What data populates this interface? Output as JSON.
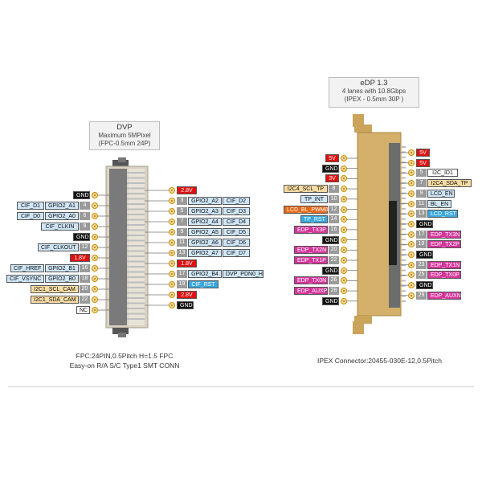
{
  "colors": {
    "power": "#e01010",
    "ground": "#111111",
    "cif": "#cfe6f7",
    "gpio": "#cfe6f7",
    "i2c": "#f8dca4",
    "edp": "#d6359a",
    "lcd_pwm": "#e86818",
    "lcd_blue": "#39a7df",
    "white": "#ffffff"
  },
  "dvp": {
    "header": {
      "title": "DVP",
      "line1": "Maximum 5MPixel",
      "line2": "(FPC-0.5mm 24P)"
    },
    "caption": {
      "line1": "FPC:24PIN,0.5Pitch H=1.5 FPC",
      "line2": "Easy-on R/A S/C Type1 SMT CONN"
    },
    "left": [
      {
        "pin": "",
        "labels": [
          {
            "text": "GND",
            "style": "ground"
          }
        ]
      },
      {
        "pin": "4",
        "labels": [
          {
            "text": "CIF_D1",
            "style": "cif"
          },
          {
            "text": "GPIO2_A1",
            "style": "gpio"
          }
        ]
      },
      {
        "pin": "6",
        "labels": [
          {
            "text": "CIF_D0",
            "style": "cif"
          },
          {
            "text": "GPIO2_A0",
            "style": "gpio"
          }
        ]
      },
      {
        "pin": "8",
        "labels": [
          {
            "text": "CIF_CLKIN",
            "style": "cif"
          }
        ]
      },
      {
        "pin": "",
        "labels": [
          {
            "text": "GND",
            "style": "ground"
          }
        ]
      },
      {
        "pin": "12",
        "labels": [
          {
            "text": "CIF_CLKOUT",
            "style": "cif"
          }
        ]
      },
      {
        "pin": "",
        "labels": [
          {
            "text": "1.8V",
            "style": "power"
          }
        ]
      },
      {
        "pin": "16",
        "labels": [
          {
            "text": "CIF_HREF",
            "style": "cif"
          },
          {
            "text": "GPIO2_B1",
            "style": "gpio"
          }
        ]
      },
      {
        "pin": "18",
        "labels": [
          {
            "text": "CIF_VSYNC",
            "style": "cif"
          },
          {
            "text": "GPIO2_B0",
            "style": "gpio"
          }
        ]
      },
      {
        "pin": "20",
        "labels": [
          {
            "text": "I2C1_SCL_CAM",
            "style": "i2c"
          }
        ]
      },
      {
        "pin": "22",
        "labels": [
          {
            "text": "I2C1_SDA_CAM",
            "style": "i2c"
          }
        ]
      },
      {
        "pin": "",
        "labels": [
          {
            "text": "NC",
            "style": "white"
          }
        ]
      }
    ],
    "right": [
      {
        "pin": "",
        "labels": [
          {
            "text": "2.8V",
            "style": "power"
          }
        ]
      },
      {
        "pin": "3",
        "labels": [
          {
            "text": "GPIO2_A2",
            "style": "gpio"
          },
          {
            "text": "CIF_D2",
            "style": "cif"
          }
        ]
      },
      {
        "pin": "5",
        "labels": [
          {
            "text": "GPIO2_A3",
            "style": "gpio"
          },
          {
            "text": "CIF_D3",
            "style": "cif"
          }
        ]
      },
      {
        "pin": "7",
        "labels": [
          {
            "text": "GPIO2_A4",
            "style": "gpio"
          },
          {
            "text": "CIF_D4",
            "style": "cif"
          }
        ]
      },
      {
        "pin": "9",
        "labels": [
          {
            "text": "GPIO2_A5",
            "style": "gpio"
          },
          {
            "text": "CIF_D5",
            "style": "cif"
          }
        ]
      },
      {
        "pin": "11",
        "labels": [
          {
            "text": "GPIO2_A6",
            "style": "gpio"
          },
          {
            "text": "CIF_D6",
            "style": "cif"
          }
        ]
      },
      {
        "pin": "13",
        "labels": [
          {
            "text": "GPIO2_A7",
            "style": "gpio"
          },
          {
            "text": "CIF_D7",
            "style": "cif"
          }
        ]
      },
      {
        "pin": "",
        "labels": [
          {
            "text": "1.8V",
            "style": "power"
          }
        ]
      },
      {
        "pin": "17",
        "labels": [
          {
            "text": "GPIO2_B4",
            "style": "gpio"
          },
          {
            "text": "DVP_PDN0_H",
            "style": "cif"
          }
        ]
      },
      {
        "pin": "19",
        "labels": [
          {
            "text": "CIF_RST",
            "style": "lcd_blue"
          }
        ]
      },
      {
        "pin": "",
        "labels": [
          {
            "text": "2.8V",
            "style": "power"
          }
        ]
      },
      {
        "pin": "",
        "labels": [
          {
            "text": "GND",
            "style": "ground"
          }
        ]
      }
    ]
  },
  "edp": {
    "header": {
      "title": "eDP 1.3",
      "line1": "4 lanes with 10.8Gbps",
      "line2": "(IPEX - 0.5mm 30P )"
    },
    "caption": {
      "line1": "IPEX Connector:20455-030E-12,0.5Pitch"
    },
    "left": [
      {
        "pin": "",
        "labels": [
          {
            "text": "5V",
            "style": "power"
          }
        ]
      },
      {
        "pin": "",
        "labels": [
          {
            "text": "GND",
            "style": "ground"
          }
        ]
      },
      {
        "pin": "",
        "labels": [
          {
            "text": "3V",
            "style": "power"
          }
        ]
      },
      {
        "pin": "8",
        "labels": [
          {
            "text": "I2C4_SCL_TP",
            "style": "i2c"
          }
        ]
      },
      {
        "pin": "10",
        "labels": [
          {
            "text": "TP_INT",
            "style": "cif"
          }
        ]
      },
      {
        "pin": "12",
        "labels": [
          {
            "text": "LCD_BL_PWM0",
            "style": "lcd_pwm"
          }
        ]
      },
      {
        "pin": "14",
        "labels": [
          {
            "text": "TP_RST",
            "style": "lcd_blue"
          }
        ]
      },
      {
        "pin": "16",
        "labels": [
          {
            "text": "EDP_TX3P",
            "style": "edp"
          }
        ]
      },
      {
        "pin": "",
        "labels": [
          {
            "text": "GND",
            "style": "ground"
          }
        ]
      },
      {
        "pin": "20",
        "labels": [
          {
            "text": "EDP_TX2N",
            "style": "edp"
          }
        ]
      },
      {
        "pin": "22",
        "labels": [
          {
            "text": "EDP_TX1P",
            "style": "edp"
          }
        ]
      },
      {
        "pin": "",
        "labels": [
          {
            "text": "GND",
            "style": "ground"
          }
        ]
      },
      {
        "pin": "26",
        "labels": [
          {
            "text": "EDP_TX0N",
            "style": "edp"
          }
        ]
      },
      {
        "pin": "28",
        "labels": [
          {
            "text": "EDP_AUXP",
            "style": "edp"
          }
        ]
      },
      {
        "pin": "",
        "labels": [
          {
            "text": "GND",
            "style": "ground"
          }
        ]
      }
    ],
    "right": [
      {
        "pin": "",
        "labels": [
          {
            "text": "5V",
            "style": "power"
          }
        ]
      },
      {
        "pin": "",
        "labels": [
          {
            "text": "5V",
            "style": "power"
          }
        ]
      },
      {
        "pin": "5",
        "labels": [
          {
            "text": "I2C_ID1",
            "style": "white"
          }
        ]
      },
      {
        "pin": "7",
        "labels": [
          {
            "text": "I2C4_SDA_TP",
            "style": "i2c"
          }
        ]
      },
      {
        "pin": "9",
        "labels": [
          {
            "text": "LCD_EN",
            "style": "cif"
          }
        ]
      },
      {
        "pin": "11",
        "labels": [
          {
            "text": "BL_EN",
            "style": "cif"
          }
        ]
      },
      {
        "pin": "13",
        "labels": [
          {
            "text": "LCD_RST",
            "style": "lcd_blue"
          }
        ]
      },
      {
        "pin": "",
        "labels": [
          {
            "text": "GND",
            "style": "ground"
          }
        ]
      },
      {
        "pin": "17",
        "labels": [
          {
            "text": "EDP_TX3N",
            "style": "edp"
          }
        ]
      },
      {
        "pin": "19",
        "labels": [
          {
            "text": "EDP_TX2P",
            "style": "edp"
          }
        ]
      },
      {
        "pin": "",
        "labels": [
          {
            "text": "GND",
            "style": "ground"
          }
        ]
      },
      {
        "pin": "23",
        "labels": [
          {
            "text": "EDP_TX1N",
            "style": "edp"
          }
        ]
      },
      {
        "pin": "25",
        "labels": [
          {
            "text": "EDP_TX0P",
            "style": "edp"
          }
        ]
      },
      {
        "pin": "",
        "labels": [
          {
            "text": "GND",
            "style": "ground"
          }
        ]
      },
      {
        "pin": "29",
        "labels": [
          {
            "text": "EDP_AUXN",
            "style": "edp"
          }
        ]
      }
    ]
  }
}
